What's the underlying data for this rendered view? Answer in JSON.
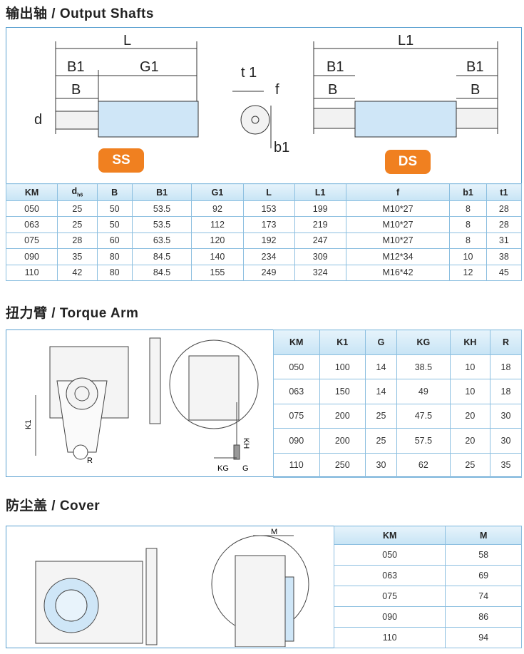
{
  "sections": {
    "shafts": {
      "title": "输出轴  / Output Shafts",
      "labels": {
        "L": "L",
        "B1": "B1",
        "G1": "G1",
        "B": "B",
        "d": "d",
        "t1": "t 1",
        "f": "f",
        "b1": "b1",
        "L1": "L1"
      },
      "badge_ss": "SS",
      "badge_ds": "DS",
      "headers": [
        "KM",
        "d",
        "B",
        "B1",
        "G1",
        "L",
        "L1",
        "f",
        "b1",
        "t1"
      ],
      "d_sub": "h6",
      "rows": [
        [
          "050",
          "25",
          "50",
          "53.5",
          "92",
          "153",
          "199",
          "M10*27",
          "8",
          "28"
        ],
        [
          "063",
          "25",
          "50",
          "53.5",
          "112",
          "173",
          "219",
          "M10*27",
          "8",
          "28"
        ],
        [
          "075",
          "28",
          "60",
          "63.5",
          "120",
          "192",
          "247",
          "M10*27",
          "8",
          "31"
        ],
        [
          "090",
          "35",
          "80",
          "84.5",
          "140",
          "234",
          "309",
          "M12*34",
          "10",
          "38"
        ],
        [
          "110",
          "42",
          "80",
          "84.5",
          "155",
          "249",
          "324",
          "M16*42",
          "12",
          "45"
        ]
      ]
    },
    "torque": {
      "title": "扭力臂 / Torque Arm",
      "labels": {
        "K1": "K1",
        "R": "R",
        "KH": "KH",
        "KG": "KG",
        "G": "G"
      },
      "headers": [
        "KM",
        "K1",
        "G",
        "KG",
        "KH",
        "R"
      ],
      "rows": [
        [
          "050",
          "100",
          "14",
          "38.5",
          "10",
          "18"
        ],
        [
          "063",
          "150",
          "14",
          "49",
          "10",
          "18"
        ],
        [
          "075",
          "200",
          "25",
          "47.5",
          "20",
          "30"
        ],
        [
          "090",
          "200",
          "25",
          "57.5",
          "20",
          "30"
        ],
        [
          "110",
          "250",
          "30",
          "62",
          "25",
          "35"
        ]
      ]
    },
    "cover": {
      "title": "防尘盖 / Cover",
      "labels": {
        "M": "M"
      },
      "headers": [
        "KM",
        "M"
      ],
      "rows": [
        [
          "050",
          "58"
        ],
        [
          "063",
          "69"
        ],
        [
          "075",
          "74"
        ],
        [
          "090",
          "86"
        ],
        [
          "110",
          "94"
        ]
      ]
    }
  },
  "colors": {
    "accent": "#f08020",
    "header_bg": "#c7e4f5",
    "border": "#5aa0d0"
  }
}
